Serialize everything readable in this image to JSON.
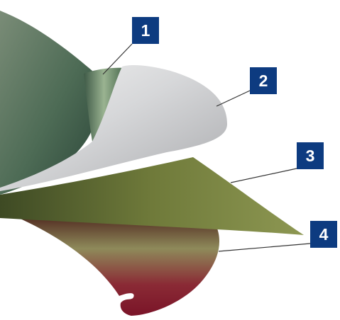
{
  "diagram": {
    "layers": [
      {
        "id": "layer-1",
        "label": "1"
      },
      {
        "id": "layer-2",
        "label": "2"
      },
      {
        "id": "layer-3",
        "label": "3"
      },
      {
        "id": "layer-4",
        "label": "4"
      }
    ],
    "colors": {
      "badge": "#0d3b80",
      "badge_text": "#ffffff",
      "leader_line": "#333333",
      "layer1_base": "#4d6b55",
      "layer1_band": "#6f9170",
      "layer2_base": "#cfd0d2",
      "layer3_base": "#6f7a3a",
      "layer4_base": "#8a1f2f"
    }
  }
}
